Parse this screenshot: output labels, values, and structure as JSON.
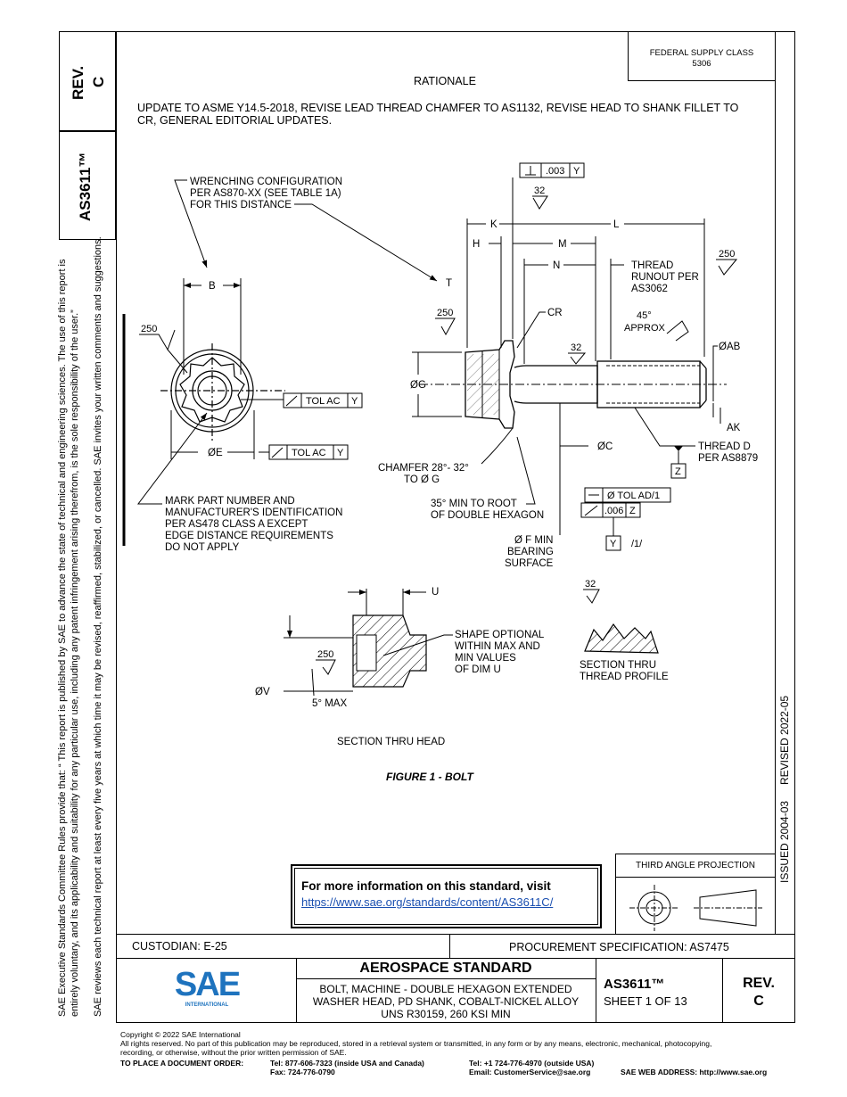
{
  "side": {
    "rev_label": "REV.",
    "rev_value": "C",
    "doc_number": "AS3611™",
    "disclaimer_line1": "SAE Executive Standards Committee Rules provide that: “ This report is published by SAE to advance the state of technical and engineering sciences. The use of this report is",
    "disclaimer_line2": "entirely voluntary, and its applicability and suitability for any particular use, including any patent infringement arising therefrom, is the sole responsibility of the user.”",
    "disclaimer_line3": "SAE reviews each technical report at least every five years at which time it may be revised, reaffirmed, stabilized, or cancelled. SAE invites your written comments and suggestions.",
    "issued": "ISSUED 2004-03",
    "revised": "REVISED 2022-05"
  },
  "header": {
    "fsc_line1": "FEDERAL SUPPLY CLASS",
    "fsc_line2": "5306",
    "rationale_title": "RATIONALE",
    "rationale_text": "UPDATE TO ASME Y14.5-2018, REVISE LEAD THREAD CHAMFER TO AS1132, REVISE HEAD TO SHANK FILLET TO CR, GENERAL EDITORIAL UPDATES."
  },
  "drawing": {
    "wrench_1": "WRENCHING CONFIGURATION",
    "wrench_2": "PER AS870-XX (SEE TABLE 1A)",
    "wrench_3": "FOR THIS DISTANCE",
    "B": "B",
    "r250a": "250",
    "r250b": "250",
    "r250c": "250",
    "r250d": "250",
    "tol_ac_1": "TOL AC",
    "tol_ac_2": "TOL AC",
    "Y": "Y",
    "Z": "Z",
    "E": "ØE",
    "mark_1": "MARK PART NUMBER AND",
    "mark_2": "MANUFACTURER'S IDENTIFICATION",
    "mark_3": "PER AS478 CLASS A EXCEPT",
    "mark_4": "EDGE DISTANCE REQUIREMENTS",
    "mark_5": "DO NOT APPLY",
    "perp_tol": ".003",
    "s32a": "32",
    "s32b": "32",
    "s32c": "32",
    "K": "K",
    "L": "L",
    "H": "H",
    "M": "M",
    "N": "N",
    "T": "T",
    "CR": "CR",
    "runout_1": "THREAD",
    "runout_2": "RUNOUT PER",
    "runout_3": "AS3062",
    "approx_1": "45°",
    "approx_2": "APPROX",
    "AB": "ØAB",
    "G": "ØG",
    "AK": "AK",
    "C": "ØC",
    "threadd_1": "THREAD D",
    "threadd_2": "PER AS8879",
    "chamfer_1": "CHAMFER 28°- 32°",
    "chamfer_2": "TO Ø G",
    "root_1": "35° MIN TO ROOT",
    "root_2": "OF DOUBLE HEXAGON",
    "tol_ad": "Ø  TOL AD/1",
    "runout_tol": ".006",
    "note1": "/1/",
    "bearing_1": "Ø F MIN",
    "bearing_2": "BEARING",
    "bearing_3": "SURFACE",
    "U": "U",
    "shape_1": "SHAPE OPTIONAL",
    "shape_2": "WITHIN MAX AND",
    "shape_3": "MIN VALUES",
    "shape_4": "OF DIM U",
    "V": "ØV",
    "max5": "5° MAX",
    "section_head": "SECTION THRU HEAD",
    "section_thread_1": "SECTION THRU",
    "section_thread_2": "THREAD PROFILE",
    "figure": "FIGURE 1 - BOLT"
  },
  "info": {
    "title": "For more information on this standard, visit",
    "url": "https://www.sae.org/standards/content/AS3611C/"
  },
  "projection": {
    "label": "THIRD ANGLE PROJECTION"
  },
  "titleblock": {
    "custodian": "CUSTODIAN: E-25",
    "procurement": "PROCUREMENT SPECIFICATION: AS7475",
    "logo": "SAE",
    "logo_sub": "INTERNATIONAL",
    "heading": "AEROSPACE STANDARD",
    "desc_1": "BOLT, MACHINE - DOUBLE HEXAGON EXTENDED",
    "desc_2": "WASHER HEAD, PD SHANK, COBALT-NICKEL ALLOY",
    "desc_3": "UNS R30159, 260 KSI MIN",
    "doc": "AS3611™",
    "sheet": "SHEET 1 OF 13",
    "rev_label": "REV.",
    "rev_value": "C"
  },
  "footer": {
    "copyright": "Copyright © 2022 SAE International",
    "rights_1": "All rights reserved. No part of this publication may be reproduced, stored in a retrieval system or transmitted, in any form or by any means, electronic, mechanical, photocopying,",
    "rights_2": "recording, or otherwise, without the prior written permission of SAE.",
    "order_label": "TO PLACE A DOCUMENT ORDER:",
    "tel_usa": "Tel: 877-606-7323 (inside USA and Canada)",
    "fax": "Fax: 724-776-0790",
    "tel_outside": "Tel: +1 724-776-4970 (outside USA)",
    "email": "Email: CustomerService@sae.org",
    "web": "SAE WEB ADDRESS: http://www.sae.org"
  }
}
